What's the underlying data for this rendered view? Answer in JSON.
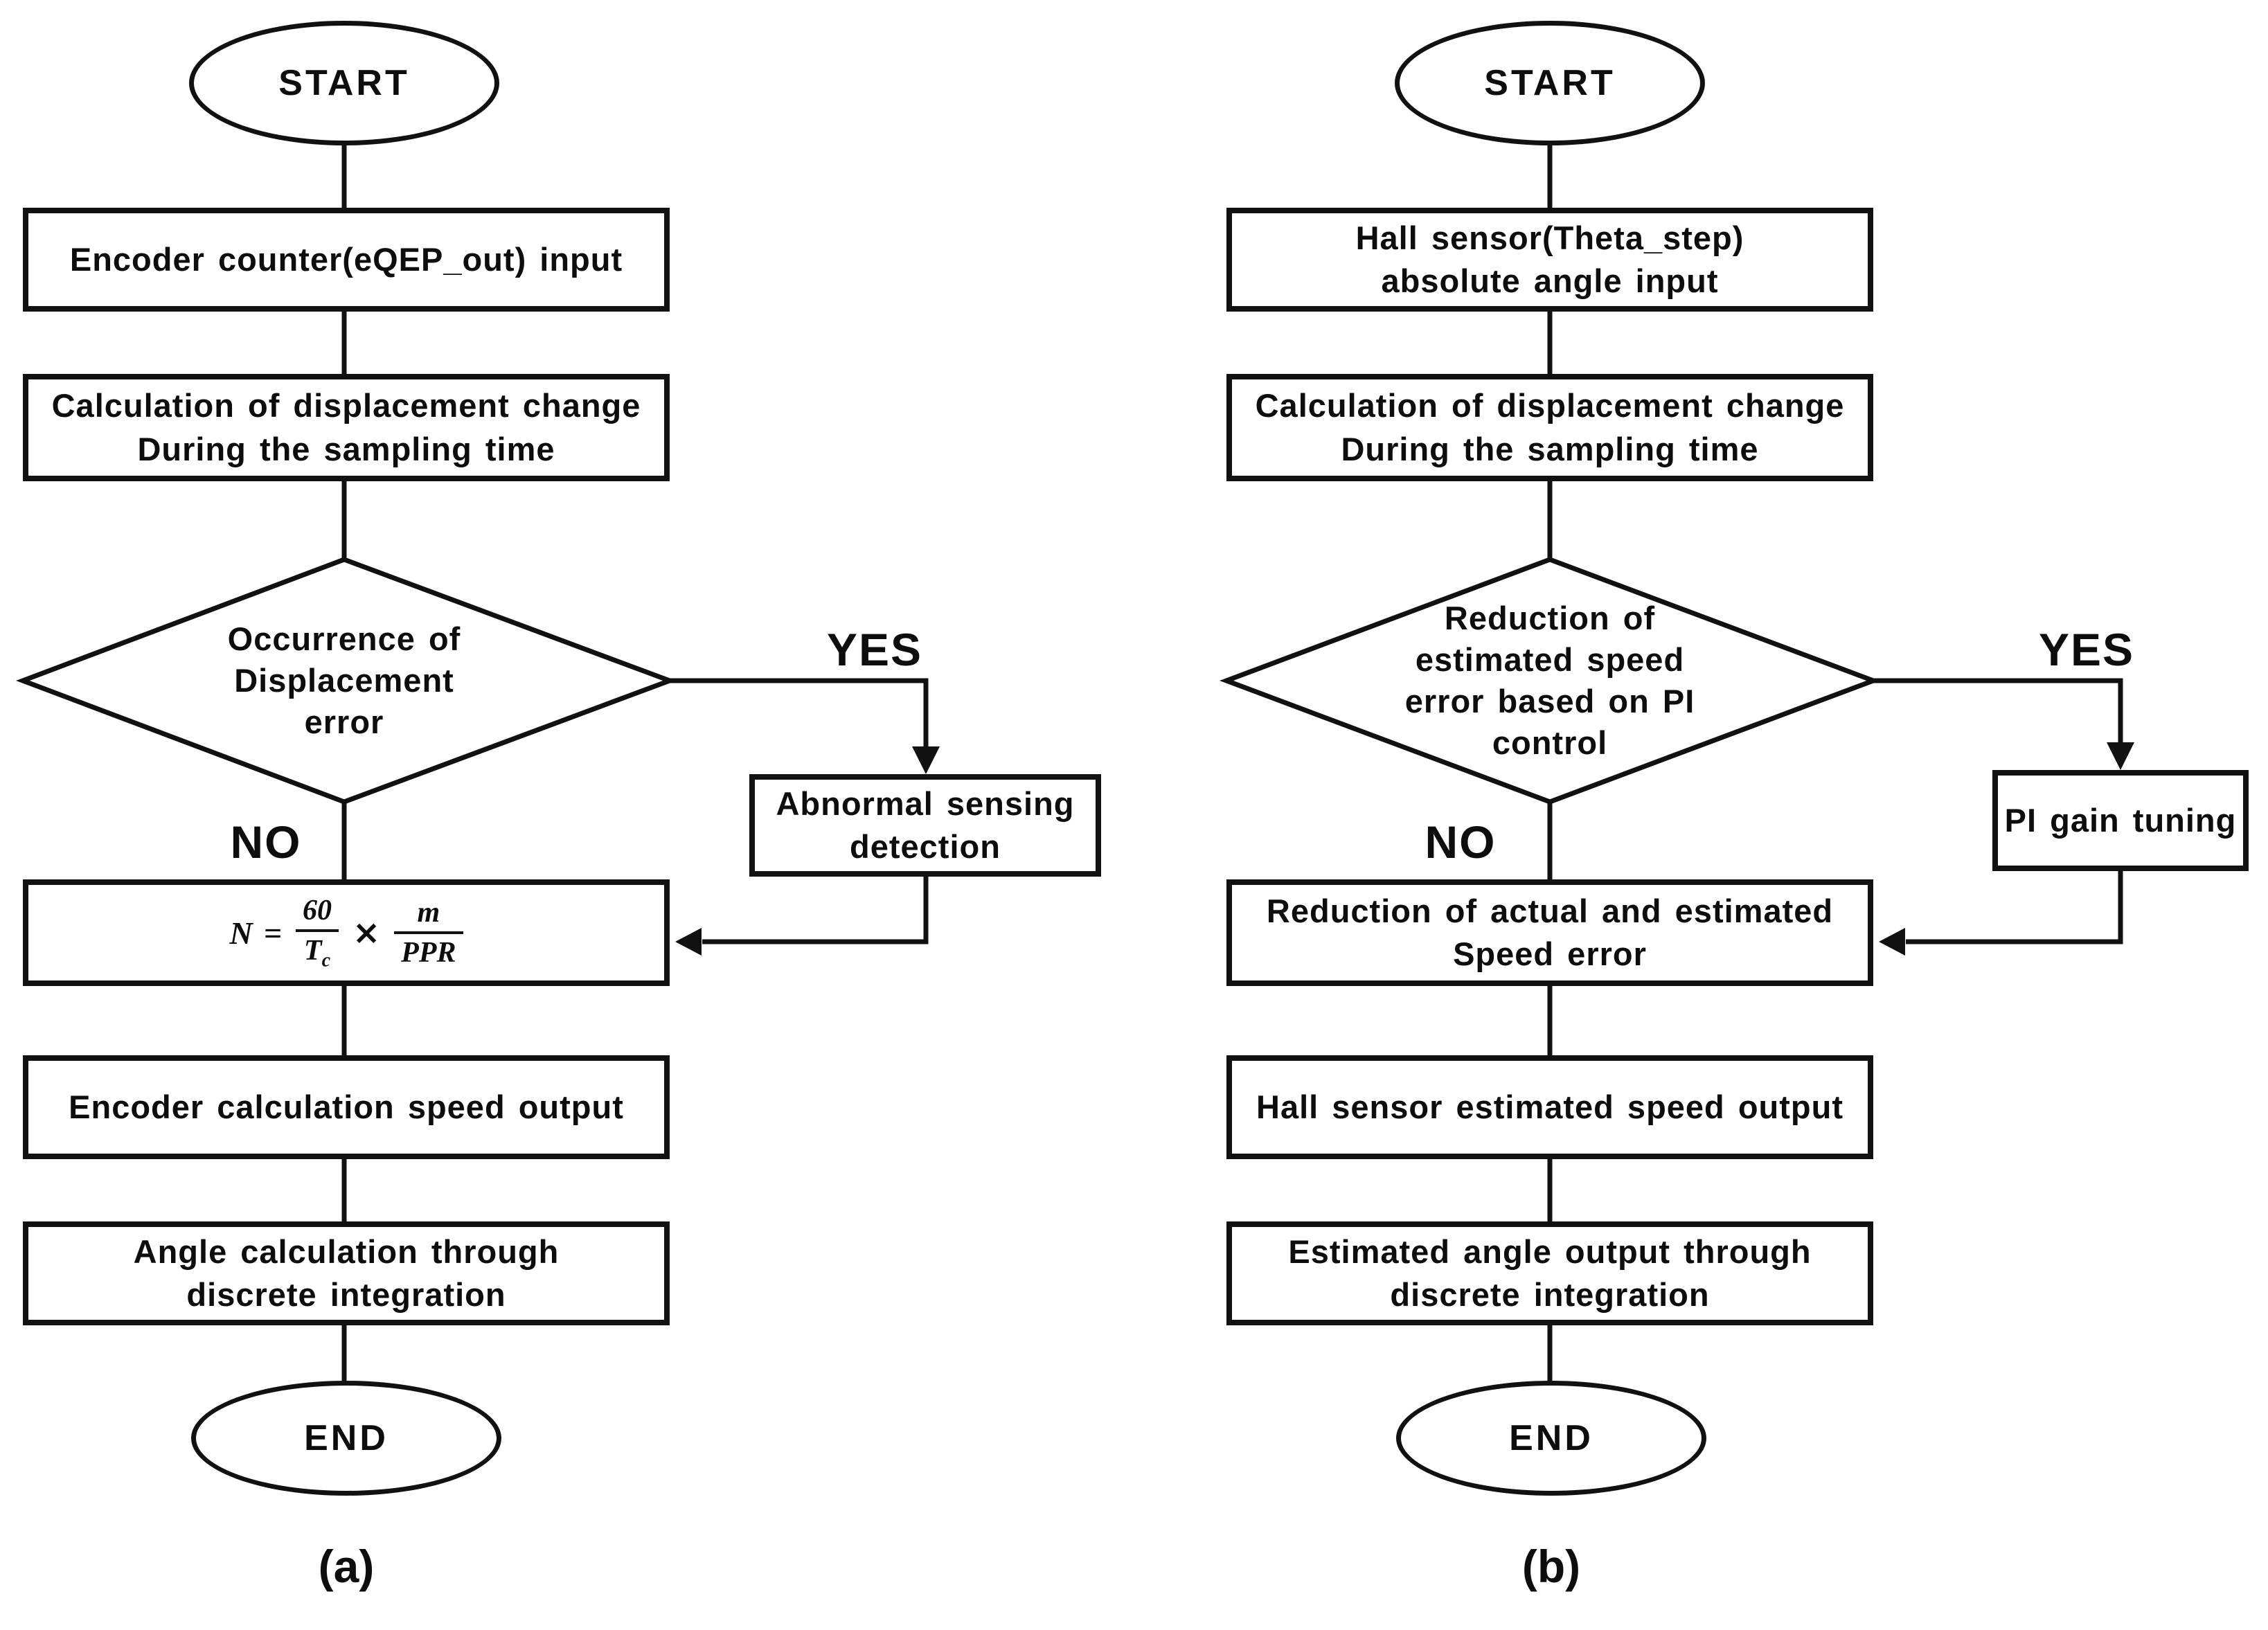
{
  "figure": {
    "background": "#ffffff",
    "stroke_color": "#111111",
    "charts": [
      {
        "id": "a",
        "caption": "(a)",
        "start_label": "START",
        "end_label": "END",
        "yes_label": "YES",
        "no_label": "NO",
        "nodes": {
          "input": {
            "lines": [
              "Encoder counter(eQEP_out) input"
            ]
          },
          "calc": {
            "lines": [
              "Calculation of displacement change",
              "During the sampling time"
            ]
          },
          "decision": {
            "lines": [
              "Occurrence of",
              "Displacement",
              "error"
            ]
          },
          "branch": {
            "lines": [
              "Abnormal sensing",
              "detection"
            ]
          },
          "speed": {
            "lines": [
              "Encoder calculation speed output"
            ]
          },
          "angle": {
            "lines": [
              "Angle calculation through",
              "discrete integration"
            ]
          }
        },
        "formula": {
          "lhs": "N",
          "eq": "=",
          "num1": "60",
          "den1_base": "T",
          "den1_sub": "c",
          "times": "×",
          "num2": "m",
          "den2": "PPR"
        }
      },
      {
        "id": "b",
        "caption": "(b)",
        "start_label": "START",
        "end_label": "END",
        "yes_label": "YES",
        "no_label": "NO",
        "nodes": {
          "input": {
            "lines": [
              "Hall sensor(Theta_step)",
              "absolute angle input"
            ]
          },
          "calc": {
            "lines": [
              "Calculation of displacement change",
              "During the sampling time"
            ]
          },
          "decision": {
            "lines": [
              "Reduction of",
              "estimated speed",
              "error based on PI",
              "control"
            ]
          },
          "branch": {
            "lines": [
              "PI gain tuning"
            ]
          },
          "reduction": {
            "lines": [
              "Reduction of actual and estimated",
              "Speed error"
            ]
          },
          "speed": {
            "lines": [
              "Hall sensor estimated speed output"
            ]
          },
          "angle": {
            "lines": [
              "Estimated angle output through",
              "discrete integration"
            ]
          }
        }
      }
    ]
  }
}
